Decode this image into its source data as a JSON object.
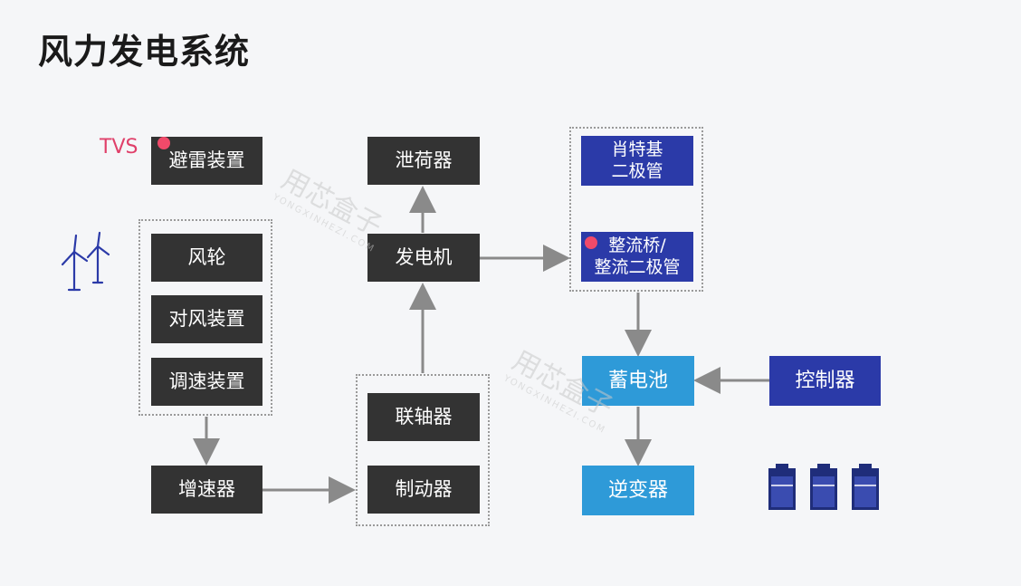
{
  "title": "风力发电系统",
  "annotation": {
    "tvs": "TVS"
  },
  "blocks": {
    "lightning": "避雷装置",
    "wheel": "风轮",
    "yaw": "对风装置",
    "speed_reg": "调速装置",
    "gearbox": "增速器",
    "dump_load": "泄荷器",
    "generator": "发电机",
    "coupling": "联轴器",
    "brake": "制动器",
    "schottky": "肖特基\n二极管",
    "rectifier": "整流桥/\n整流二极管",
    "battery": "蓄电池",
    "controller": "控制器",
    "inverter": "逆变器"
  },
  "watermark": {
    "name": "用芯盒子",
    "domain": "YONGXINHEZI.COM"
  },
  "icons": [
    "wind-turbine-icon",
    "battery-icon",
    "battery-icon",
    "battery-icon"
  ],
  "colors": {
    "dark": "#333333",
    "navy": "#2b3aa8",
    "light_blue": "#2e9ad8",
    "highlight": "#f04a6a"
  }
}
